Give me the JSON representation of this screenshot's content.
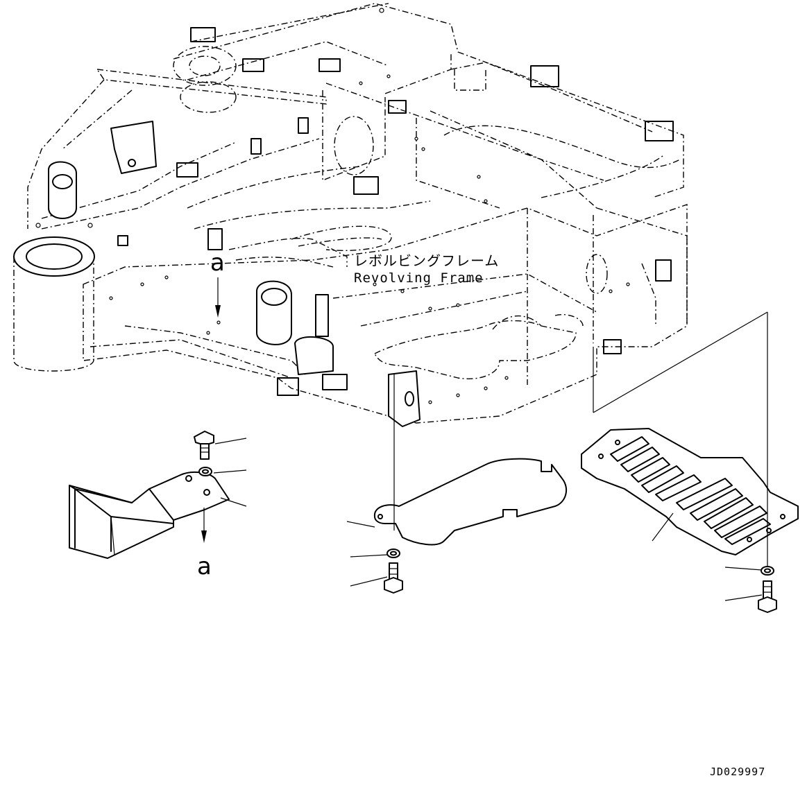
{
  "frame_label": {
    "jp": "レボルビングフレーム",
    "en": "Revolving Frame"
  },
  "view_marker": "a",
  "drawing_number": "JD029997"
}
